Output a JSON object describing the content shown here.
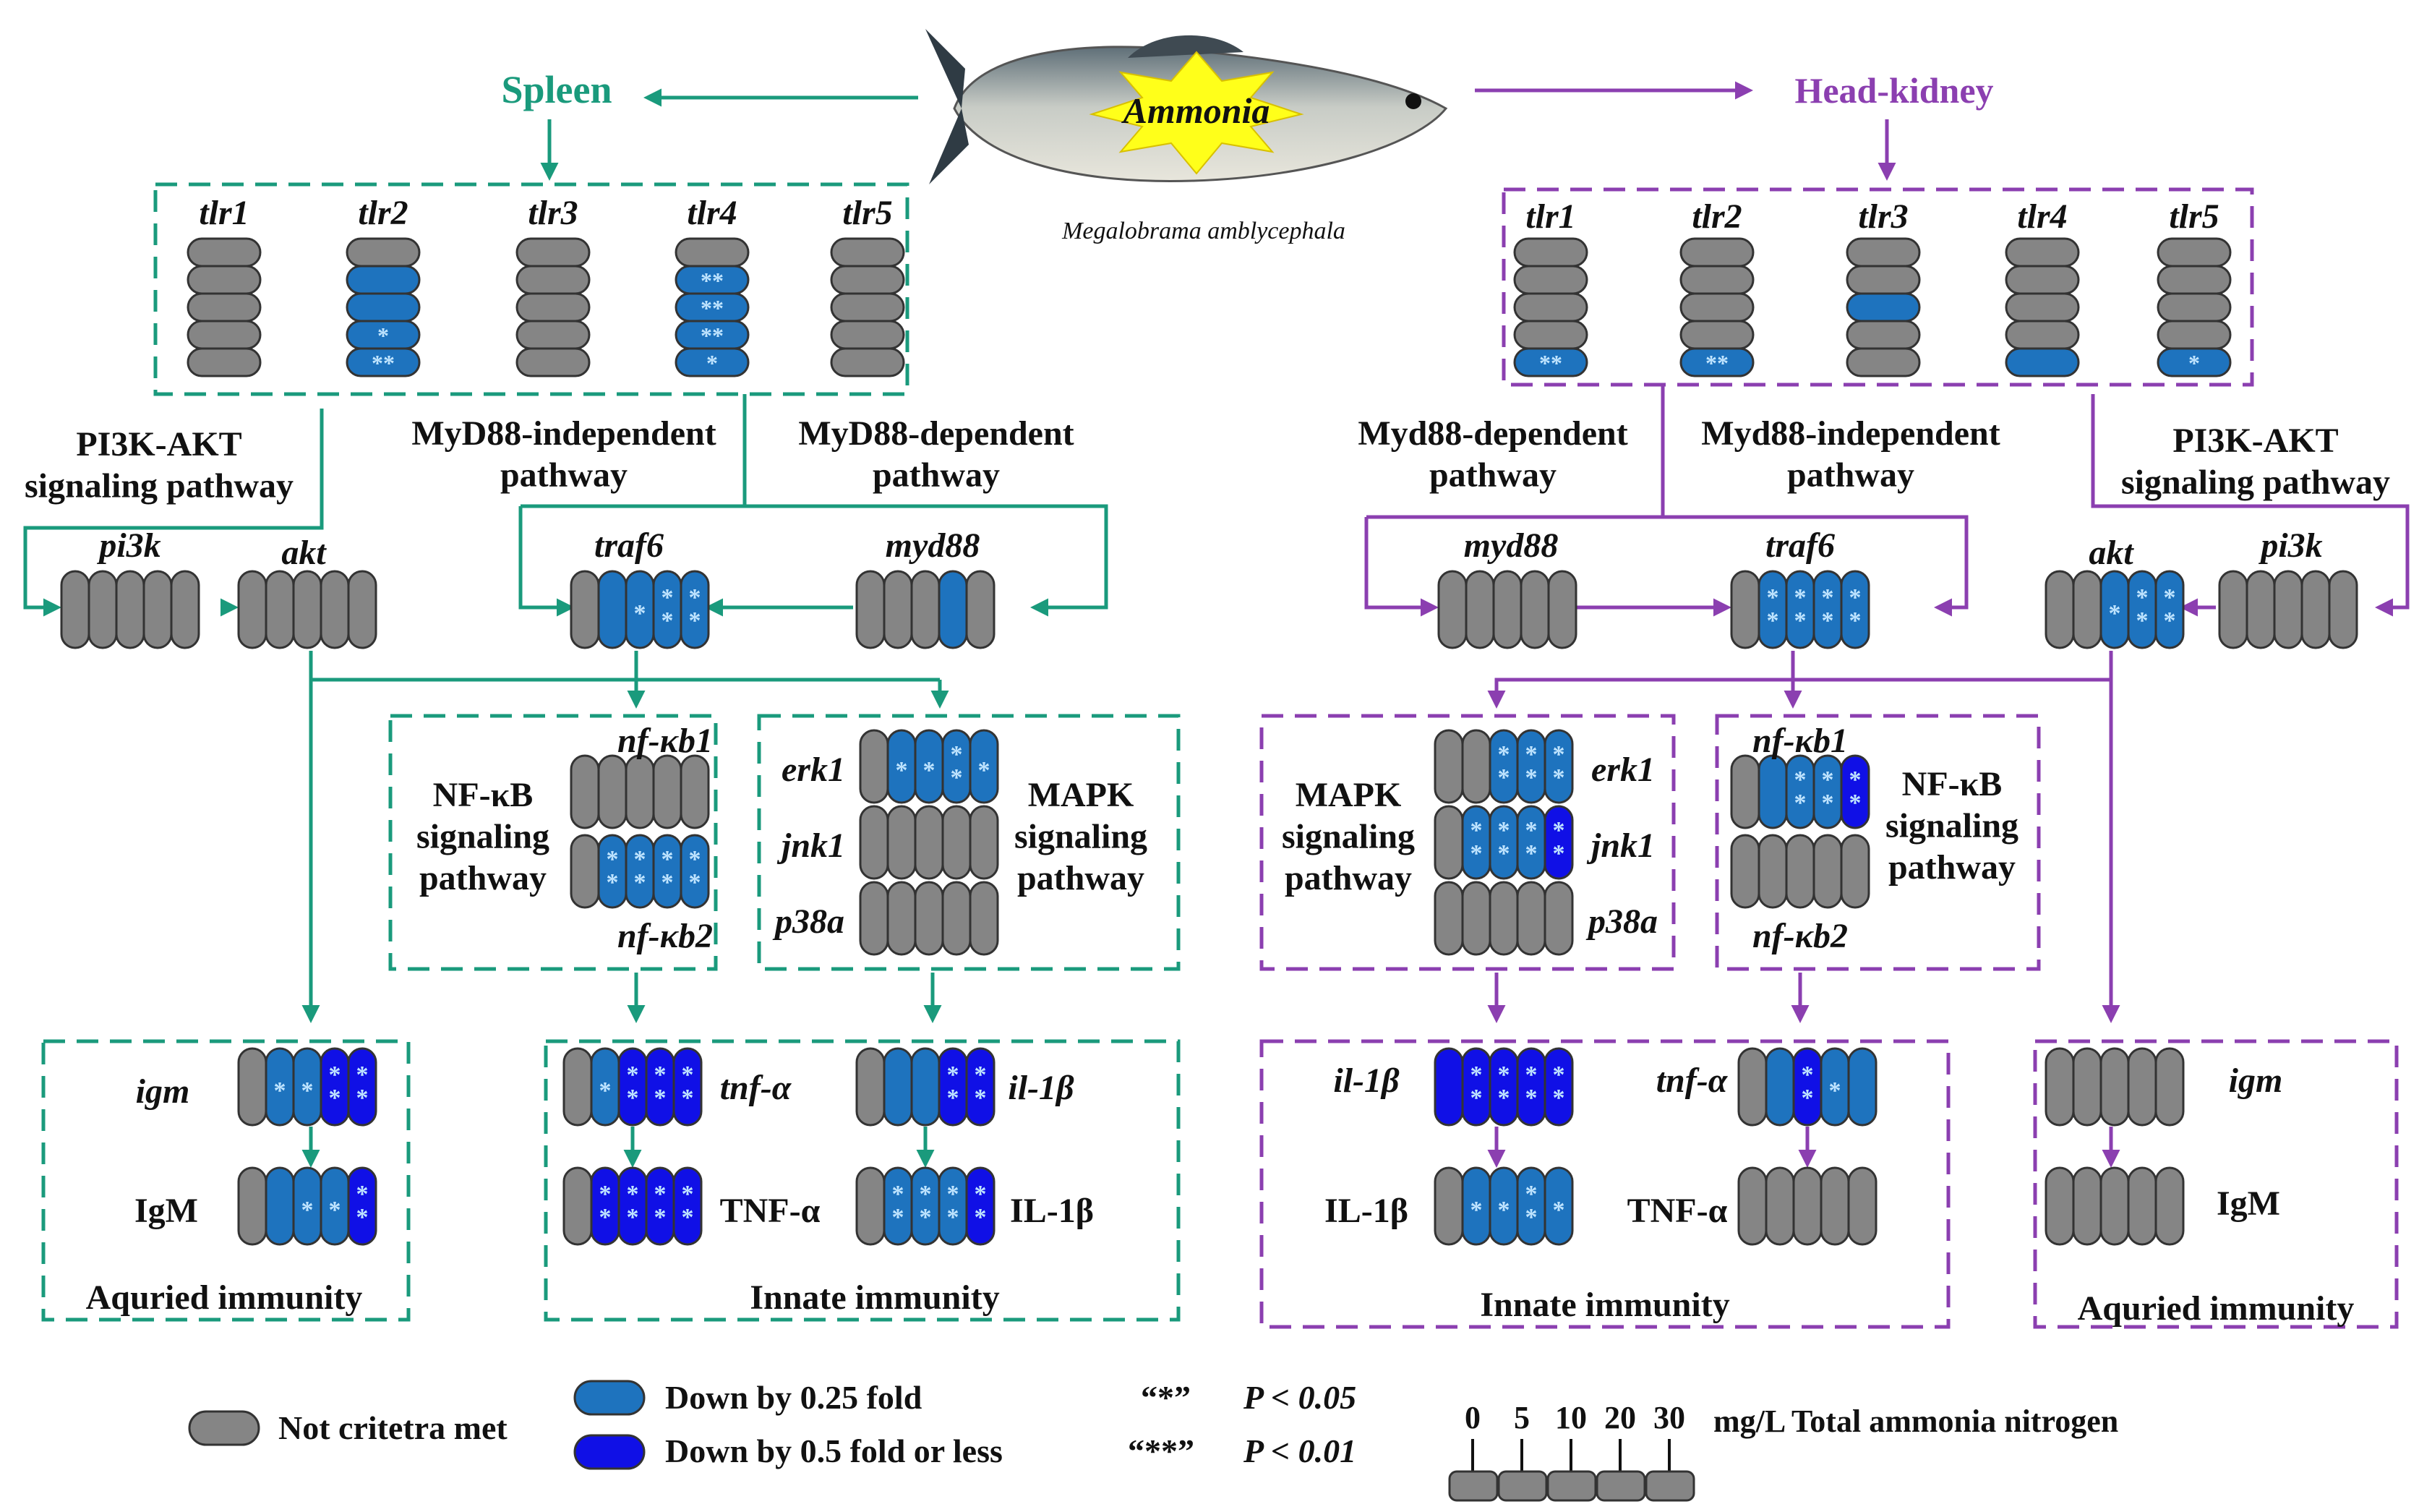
{
  "colors": {
    "spleen": "#1a9a7c",
    "kidney": "#8b3fb0",
    "gray": "#858585",
    "down025": "#1e73be",
    "down05": "#1010e6",
    "star": "#bfe4ff"
  },
  "header": {
    "spleen": "Spleen",
    "kidney": "Head-kidney",
    "stressor": "Ammonia",
    "species": "Megalobrama amblycephala"
  },
  "spleen": {
    "tlrs": [
      {
        "name": "tlr1",
        "levels": [
          0,
          0,
          0,
          0,
          0
        ],
        "stars": [
          "",
          "",
          "",
          "",
          ""
        ]
      },
      {
        "name": "tlr2",
        "levels": [
          0,
          1,
          1,
          1,
          1
        ],
        "stars": [
          "",
          "",
          "",
          "*",
          "**"
        ]
      },
      {
        "name": "tlr3",
        "levels": [
          0,
          0,
          0,
          0,
          0
        ],
        "stars": [
          "",
          "",
          "",
          "",
          ""
        ]
      },
      {
        "name": "tlr4",
        "levels": [
          0,
          1,
          1,
          1,
          1
        ],
        "stars": [
          "",
          "**",
          "**",
          "**",
          "*"
        ]
      },
      {
        "name": "tlr5",
        "levels": [
          0,
          0,
          0,
          0,
          0
        ],
        "stars": [
          "",
          "",
          "",
          "",
          ""
        ]
      }
    ],
    "pathway_pi3k": "PI3K-AKT\nsignaling pathway",
    "pathway_indep": "MyD88-independent\npathway",
    "pathway_dep": "MyD88-dependent\npathway",
    "pi3k": {
      "name": "pi3k",
      "levels": [
        0,
        0,
        0,
        0,
        0
      ],
      "stars": [
        "",
        "",
        "",
        "",
        ""
      ]
    },
    "akt": {
      "name": "akt",
      "levels": [
        0,
        0,
        0,
        0,
        0
      ],
      "stars": [
        "",
        "",
        "",
        "",
        ""
      ]
    },
    "traf6": {
      "name": "traf6",
      "levels": [
        0,
        1,
        1,
        1,
        1
      ],
      "stars": [
        "",
        "",
        "*",
        "**",
        "**"
      ]
    },
    "myd88": {
      "name": "myd88",
      "levels": [
        0,
        0,
        0,
        1,
        0
      ],
      "stars": [
        "",
        "",
        "",
        "",
        ""
      ]
    },
    "nfkb_label": "NF-κB\nsignaling\npathway",
    "nfkb1": {
      "name": "nf-κb1",
      "levels": [
        0,
        0,
        0,
        0,
        0
      ],
      "stars": [
        "",
        "",
        "",
        "",
        ""
      ]
    },
    "nfkb2": {
      "name": "nf-κb2",
      "levels": [
        0,
        1,
        1,
        1,
        1
      ],
      "stars": [
        "",
        "**",
        "**",
        "**",
        "**"
      ]
    },
    "mapk_label": "MAPK\nsignaling\npathway",
    "erk1": {
      "name": "erk1",
      "levels": [
        0,
        1,
        1,
        1,
        1
      ],
      "stars": [
        "",
        "*",
        "*",
        "**",
        "*"
      ]
    },
    "jnk1": {
      "name": "jnk1",
      "levels": [
        0,
        0,
        0,
        0,
        0
      ],
      "stars": [
        "",
        "",
        "",
        "",
        ""
      ]
    },
    "p38a": {
      "name": "p38a",
      "levels": [
        0,
        0,
        0,
        0,
        0
      ],
      "stars": [
        "",
        "",
        "",
        "",
        ""
      ]
    },
    "igm_gene": {
      "name": "igm",
      "levels": [
        0,
        1,
        1,
        2,
        2
      ],
      "stars": [
        "",
        "*",
        "*",
        "**",
        "**"
      ]
    },
    "igm_prot": {
      "name": "IgM",
      "levels": [
        0,
        1,
        1,
        1,
        2
      ],
      "stars": [
        "",
        "",
        "*",
        "*",
        "**"
      ]
    },
    "tnf_gene": {
      "name": "tnf-α",
      "levels": [
        0,
        1,
        2,
        2,
        2
      ],
      "stars": [
        "",
        "*",
        "**",
        "**",
        "**"
      ]
    },
    "tnf_prot": {
      "name": "TNF-α",
      "levels": [
        0,
        2,
        2,
        2,
        2
      ],
      "stars": [
        "",
        "**",
        "**",
        "**",
        "**"
      ]
    },
    "il1_gene": {
      "name": "il-1β",
      "levels": [
        0,
        1,
        1,
        2,
        2
      ],
      "stars": [
        "",
        "",
        "",
        "**",
        "**"
      ]
    },
    "il1_prot": {
      "name": "IL-1β",
      "levels": [
        0,
        1,
        1,
        1,
        2
      ],
      "stars": [
        "",
        "**",
        "**",
        "**",
        "**"
      ]
    },
    "acquired": "Aquried immunity",
    "innate": "Innate immunity"
  },
  "kidney": {
    "tlrs": [
      {
        "name": "tlr1",
        "levels": [
          0,
          0,
          0,
          0,
          1
        ],
        "stars": [
          "",
          "",
          "",
          "",
          "**"
        ]
      },
      {
        "name": "tlr2",
        "levels": [
          0,
          0,
          0,
          0,
          1
        ],
        "stars": [
          "",
          "",
          "",
          "",
          "**"
        ]
      },
      {
        "name": "tlr3",
        "levels": [
          0,
          0,
          1,
          0,
          0
        ],
        "stars": [
          "",
          "",
          "",
          "",
          ""
        ]
      },
      {
        "name": "tlr4",
        "levels": [
          0,
          0,
          0,
          0,
          1
        ],
        "stars": [
          "",
          "",
          "",
          "",
          ""
        ]
      },
      {
        "name": "tlr5",
        "levels": [
          0,
          0,
          0,
          0,
          1
        ],
        "stars": [
          "",
          "",
          "",
          "",
          "*"
        ]
      }
    ],
    "pathway_dep": "Myd88-dependent\npathway",
    "pathway_indep": "Myd88-independent\npathway",
    "pathway_pi3k": "PI3K-AKT\nsignaling pathway",
    "myd88": {
      "name": "myd88",
      "levels": [
        0,
        0,
        0,
        0,
        0
      ],
      "stars": [
        "",
        "",
        "",
        "",
        ""
      ]
    },
    "traf6": {
      "name": "traf6",
      "levels": [
        0,
        1,
        1,
        1,
        1
      ],
      "stars": [
        "",
        "**",
        "**",
        "**",
        "**"
      ]
    },
    "akt": {
      "name": "akt",
      "levels": [
        0,
        0,
        1,
        1,
        1
      ],
      "stars": [
        "",
        "",
        "*",
        "**",
        "**"
      ]
    },
    "pi3k": {
      "name": "pi3k",
      "levels": [
        0,
        0,
        0,
        0,
        0
      ],
      "stars": [
        "",
        "",
        "",
        "",
        ""
      ]
    },
    "mapk_label": "MAPK\nsignaling\npathway",
    "erk1": {
      "name": "erk1",
      "levels": [
        0,
        0,
        1,
        1,
        1
      ],
      "stars": [
        "",
        "",
        "**",
        "**",
        "**"
      ]
    },
    "jnk1": {
      "name": "jnk1",
      "levels": [
        0,
        1,
        1,
        1,
        2
      ],
      "stars": [
        "",
        "**",
        "**",
        "**",
        "**"
      ]
    },
    "p38a": {
      "name": "p38a",
      "levels": [
        0,
        0,
        0,
        0,
        0
      ],
      "stars": [
        "",
        "",
        "",
        "",
        ""
      ]
    },
    "nfkb_label": "NF-κB\nsignaling\npathway",
    "nfkb1": {
      "name": "nf-κb1",
      "levels": [
        0,
        1,
        1,
        1,
        2
      ],
      "stars": [
        "",
        "",
        "**",
        "**",
        "**"
      ]
    },
    "nfkb2": {
      "name": "nf-κb2",
      "levels": [
        0,
        0,
        0,
        0,
        0
      ],
      "stars": [
        "",
        "",
        "",
        "",
        ""
      ]
    },
    "il1_gene": {
      "name": "il-1β",
      "levels": [
        2,
        2,
        2,
        2,
        2
      ],
      "stars": [
        "",
        "**",
        "**",
        "**",
        "**"
      ]
    },
    "il1_prot": {
      "name": "IL-1β",
      "levels": [
        0,
        1,
        1,
        1,
        1
      ],
      "stars": [
        "",
        "*",
        "*",
        "**",
        "*"
      ]
    },
    "tnf_gene": {
      "name": "tnf-α",
      "levels": [
        0,
        1,
        2,
        1,
        1
      ],
      "stars": [
        "",
        "",
        "**",
        "*",
        ""
      ]
    },
    "tnf_prot": {
      "name": "TNF-α",
      "levels": [
        0,
        0,
        0,
        0,
        0
      ],
      "stars": [
        "",
        "",
        "",
        "",
        ""
      ]
    },
    "igm_gene": {
      "name": "igm",
      "levels": [
        0,
        0,
        0,
        0,
        0
      ],
      "stars": [
        "",
        "",
        "",
        "",
        ""
      ]
    },
    "igm_prot": {
      "name": "IgM",
      "levels": [
        0,
        0,
        0,
        0,
        0
      ],
      "stars": [
        "",
        "",
        "",
        "",
        ""
      ]
    },
    "innate": "Innate immunity",
    "acquired": "Aquried immunity"
  },
  "legend": {
    "not_met": "Not critetra met",
    "down025": "Down by 0.25 fold",
    "down05": "Down by 0.5 fold or less",
    "sig1_mark": "“*”",
    "sig1_text": "P < 0.05",
    "sig2_mark": "“**”",
    "sig2_text": "P < 0.01",
    "conc": [
      "0",
      "5",
      "10",
      "20",
      "30"
    ],
    "conc_unit": "mg/L Total ammonia nitrogen"
  }
}
